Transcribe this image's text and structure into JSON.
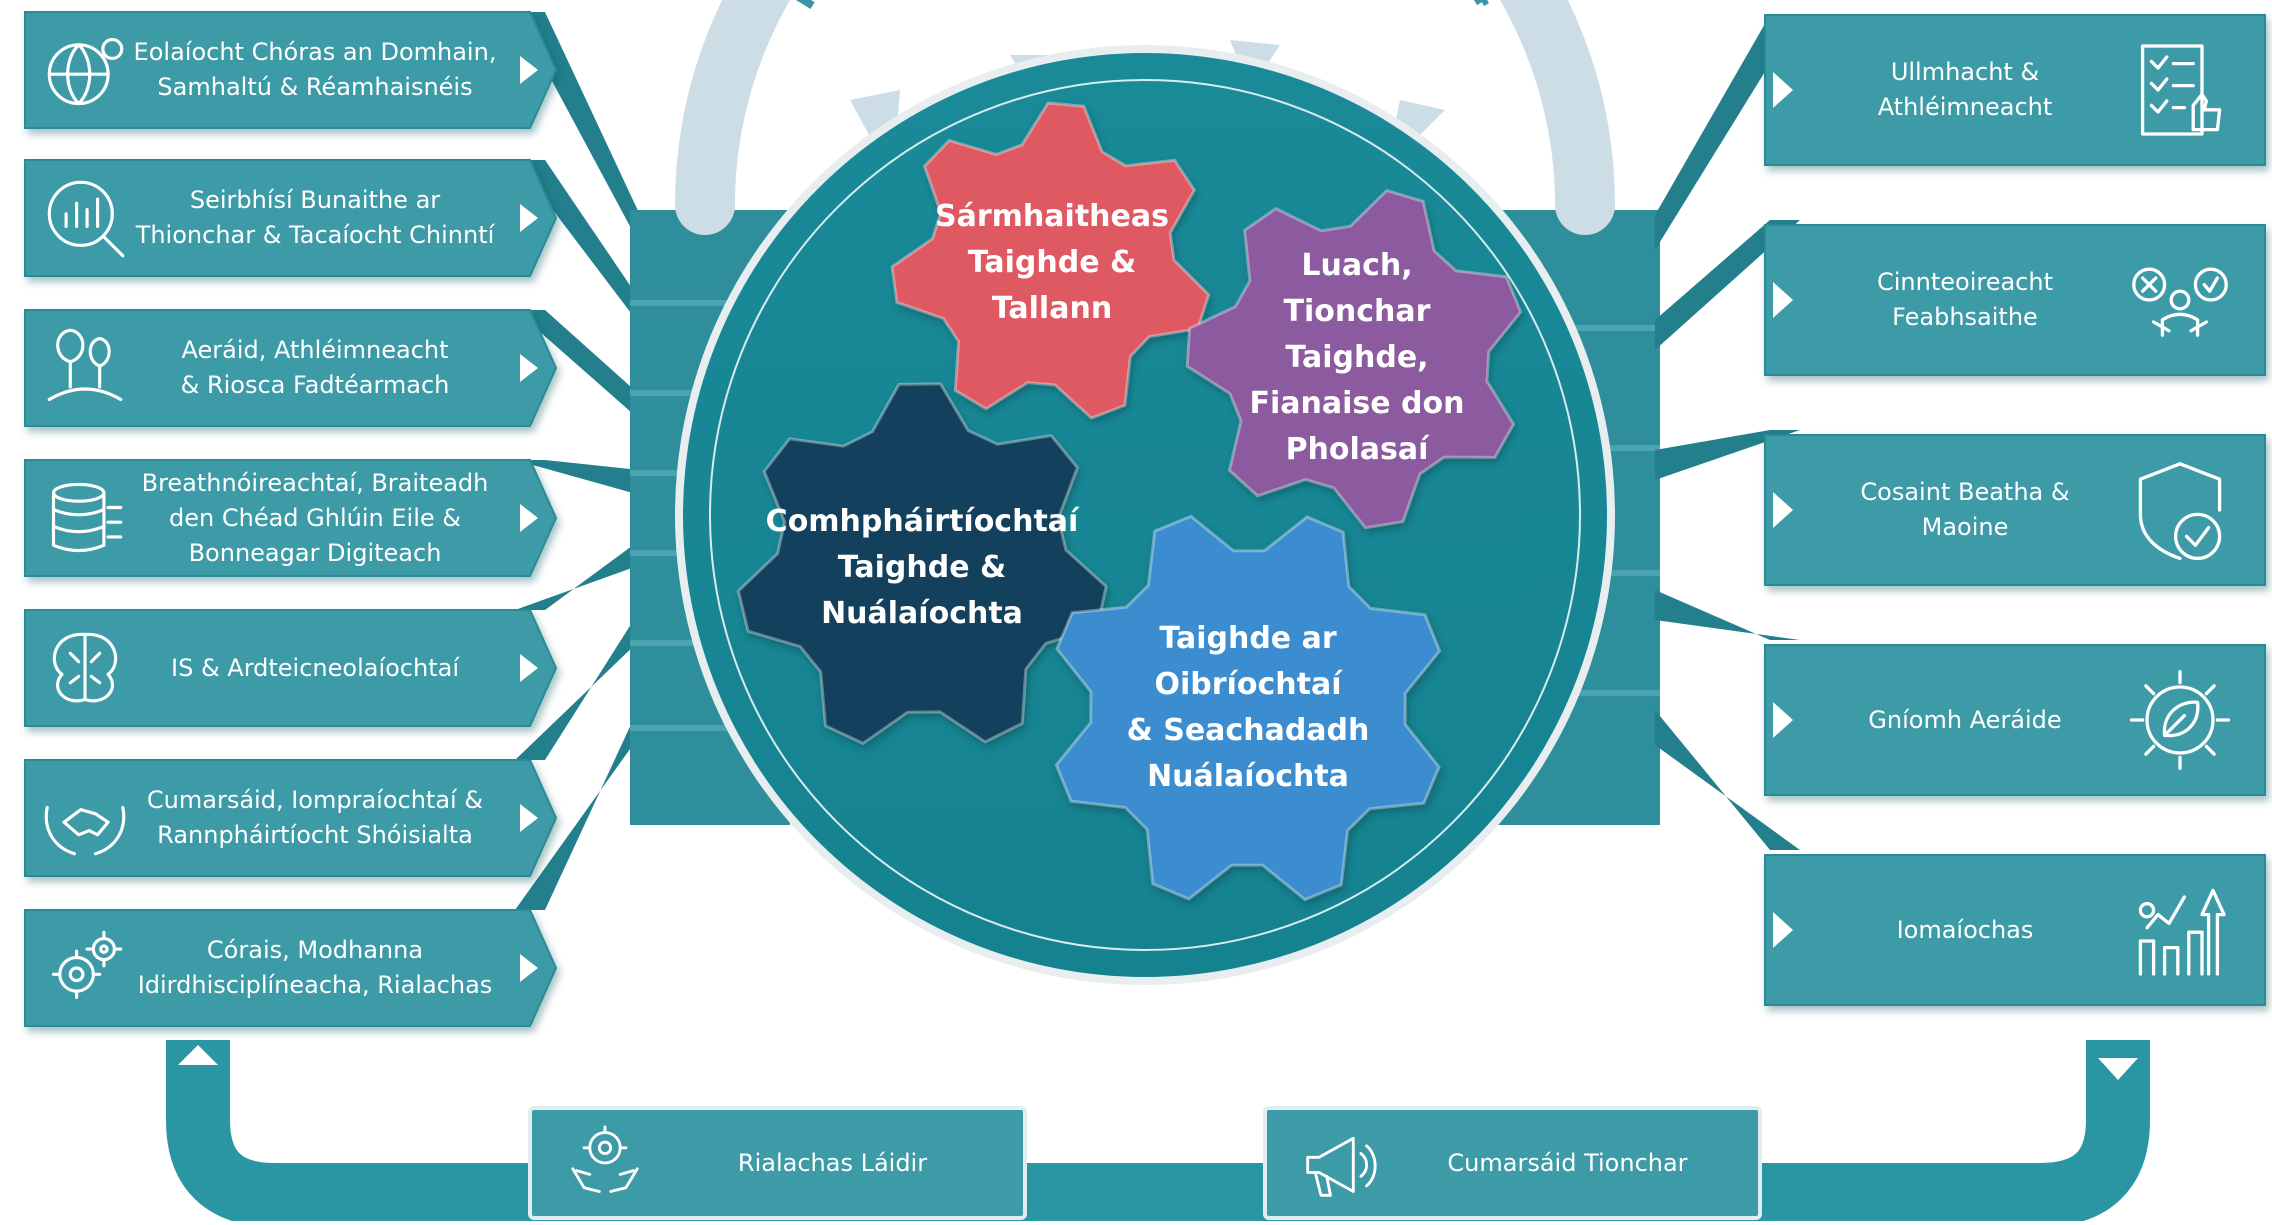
{
  "arc_title": "Plean Straitéiseach 2024 - 2034",
  "colors": {
    "teal_dark": "#1c8796",
    "teal_mid": "#2a95a3",
    "teal_box": "#3b9aa6",
    "teal_light": "#4aa6b1",
    "arc_grey": "#ccdde5",
    "gear_red": "#df5963",
    "gear_purple": "#8c5a9e",
    "gear_navy": "#13405c",
    "gear_blue": "#3c8dd0"
  },
  "left_items": [
    {
      "label": "Eolaíocht Chóras an Domhain,\nSamhaltú & Réamhaisnéis",
      "icon": "globe-gear-icon"
    },
    {
      "label": "Seirbhísí Bunaithe ar\nThionchar & Tacaíocht Chinntí",
      "icon": "magnifier-chart-icon"
    },
    {
      "label": "Aeráid, Athléimneacht\n& Riosca Fadtéarmach",
      "icon": "trees-landscape-icon"
    },
    {
      "label": "Breathnóireachtaí, Braiteadh\nden Chéad Ghlúin Eile &\nBonneagar Digiteach",
      "icon": "database-icon"
    },
    {
      "label": "IS & Ardteicneolaíochtaí",
      "icon": "ai-brain-icon"
    },
    {
      "label": "Cumarsáid, Iompraíochtaí &\nRannpháirtíocht Shóisialta",
      "icon": "handshake-laurel-icon"
    },
    {
      "label": "Córais, Modhanna\nIdirdhisciplíneacha, Rialachas",
      "icon": "gears-icon"
    }
  ],
  "right_items": [
    {
      "label": "Ullmhacht &\nAthléimneacht",
      "icon": "checklist-thumbs-up-icon"
    },
    {
      "label": "Cinnteoireacht\nFeabhsaithe",
      "icon": "decision-person-icon"
    },
    {
      "label": "Cosaint Beatha &\nMaoine",
      "icon": "shield-check-icon"
    },
    {
      "label": "Gníomh Aeráide",
      "icon": "gear-leaf-icon"
    },
    {
      "label": "Iomaíochas",
      "icon": "growth-chart-icon"
    }
  ],
  "gears": [
    {
      "label": "Sármhaitheas\nTaighde &\nTallann",
      "color": "#df5963"
    },
    {
      "label": "Luach,\nTionchar\nTaighde,\nFianaise don\nPholasaí",
      "color": "#8c5a9e"
    },
    {
      "label": "Comhpháirtíochtaí\nTaighde &\nNuálaíochta",
      "color": "#13405c"
    },
    {
      "label": "Taighde ar\nOibríochtaí\n& Seachadadh\nNuálaíochta",
      "color": "#3c8dd0"
    }
  ],
  "bottom_items": [
    {
      "label": "Rialachas Láidir",
      "icon": "hands-gear-icon"
    },
    {
      "label": "Cumarsáid Tionchar",
      "icon": "megaphone-icon"
    }
  ]
}
